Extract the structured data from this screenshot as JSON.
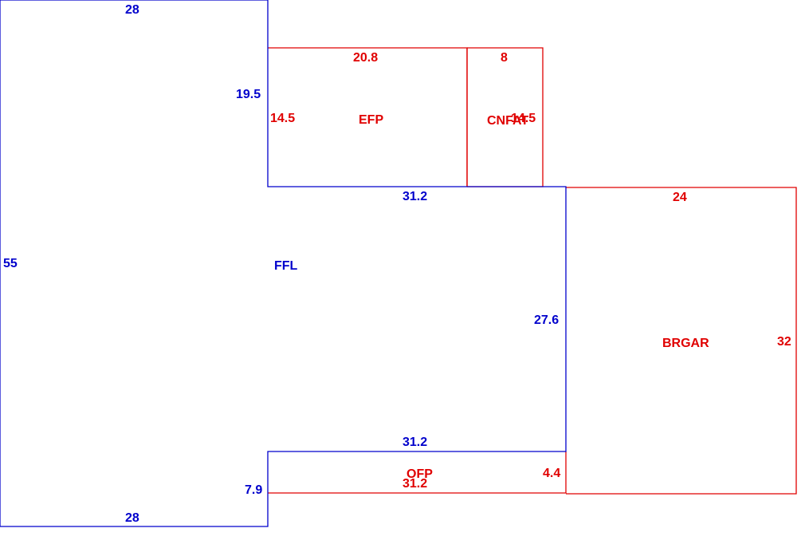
{
  "colors": {
    "main_area": "#0000cc",
    "sub_area": "#e00000",
    "background": "#ffffff"
  },
  "areas": {
    "ffl": {
      "name": "FFL"
    },
    "efp": {
      "name": "EFP"
    },
    "cnfat": {
      "name": "CNFAT"
    },
    "brgar": {
      "name": "BRGAR"
    },
    "ofp": {
      "name": "OFP"
    }
  },
  "dimensions": {
    "ffl_top": "28",
    "ffl_left": "55",
    "ffl_bottom": "28",
    "ffl_step_upper": "19.5",
    "ffl_middle_top": "31.2",
    "ffl_right": "27.6",
    "ffl_middle_bottom": "31.2",
    "ffl_step_lower": "7.9",
    "efp_top": "20.8",
    "efp_left": "14.5",
    "cnfat_top": "8",
    "cnfat_right": "14.5",
    "brgar_top": "24",
    "brgar_right": "32",
    "ofp_bottom": "31.2",
    "ofp_right": "4.4"
  }
}
